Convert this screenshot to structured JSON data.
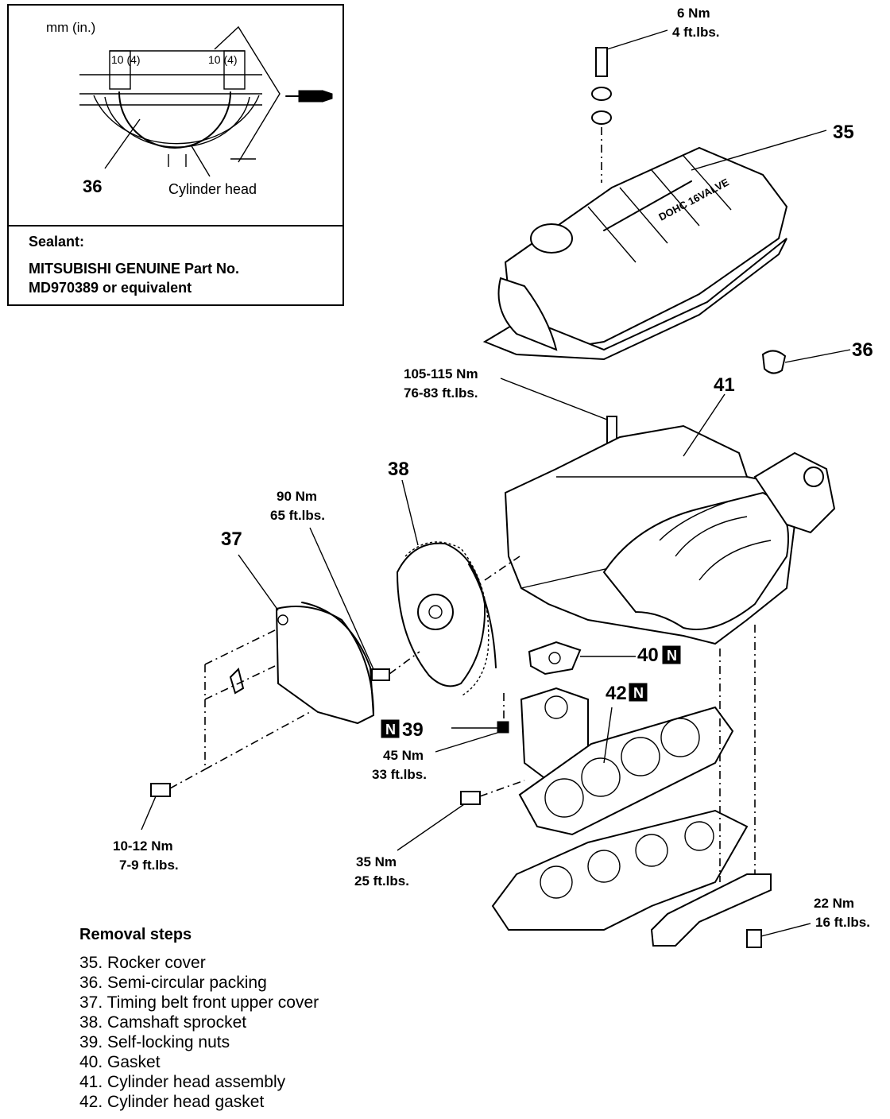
{
  "inset": {
    "units": "mm (in.)",
    "dim_left": "10 (4)",
    "dim_right": "10 (4)",
    "part_ref": "36",
    "part_label": "Cylinder head",
    "sealant_heading": "Sealant:",
    "sealant_line1": "MITSUBISHI GENUINE Part No.",
    "sealant_line2": "MD970389 or equivalent"
  },
  "callouts": {
    "p35": "35",
    "p36": "36",
    "p37": "37",
    "p38": "38",
    "p39": "39",
    "p40": "40",
    "p41": "41",
    "p42": "42",
    "new_mark": "N"
  },
  "torques": {
    "t_cover_nm": "6 Nm",
    "t_cover_ft": "4 ft.lbs.",
    "t_head_nm": "105-115 Nm",
    "t_head_ft": "76-83 ft.lbs.",
    "t_sprocket_nm": "90 Nm",
    "t_sprocket_ft": "65 ft.lbs.",
    "t_belt_nm": "10-12 Nm",
    "t_belt_ft": "7-9 ft.lbs.",
    "t_nut_nm": "45 Nm",
    "t_nut_ft": "33 ft.lbs.",
    "t_lower_nm": "35 Nm",
    "t_lower_ft": "25 ft.lbs.",
    "t_bracket_nm": "22 Nm",
    "t_bracket_ft": "16 ft.lbs."
  },
  "removal": {
    "heading": "Removal steps",
    "steps": [
      "35. Rocker cover",
      "36. Semi-circular packing",
      "37. Timing belt front upper cover",
      "38. Camshaft sprocket",
      "39. Self-locking nuts",
      "40. Gasket",
      "41. Cylinder head assembly",
      "42. Cylinder head gasket"
    ]
  },
  "cover_text": "DOHC 16VALVE"
}
